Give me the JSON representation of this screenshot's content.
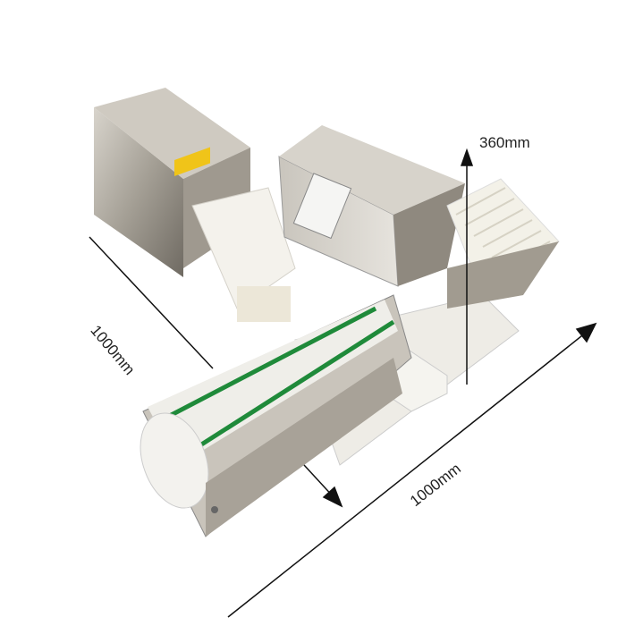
{
  "dimensions": {
    "height": "360mm",
    "depth": "1000mm",
    "length": "1000mm"
  },
  "colors": {
    "steel": "#b9b4ab",
    "steel_dark": "#8a847a",
    "plastic": "#f2f0ea",
    "belt": "#1f8a3a",
    "line": "#111111"
  }
}
